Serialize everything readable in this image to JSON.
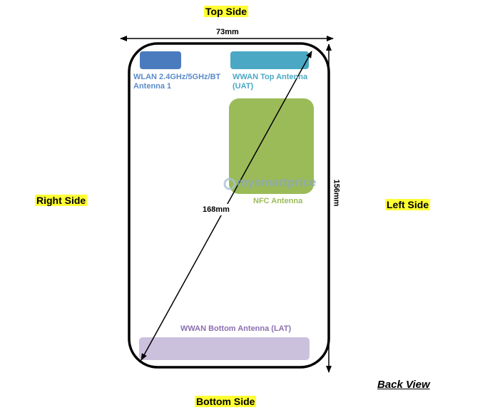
{
  "sides": {
    "top": "Top Side",
    "bottom": "Bottom Side",
    "left": "Left Side",
    "right": "Right Side"
  },
  "view_label": "Back View",
  "dimensions": {
    "width": "73mm",
    "height": "156mm",
    "diagonal": "168mm"
  },
  "antennas": {
    "wlan": {
      "line1": "WLAN 2.4GHz/5GHz/BT",
      "line2": "Antenna 1",
      "color": "#4a7bbf"
    },
    "wwan_top": {
      "line1": "WWAN Top Antenna",
      "line2": "(UAT)",
      "color": "#4aa8c4"
    },
    "nfc": {
      "label": "NFC Antenna",
      "color": "#9bbb59"
    },
    "wwan_bottom": {
      "label": "WWAN Bottom Antenna (LAT)",
      "color": "#cbc1dd"
    }
  },
  "watermark": "mysmartprice"
}
